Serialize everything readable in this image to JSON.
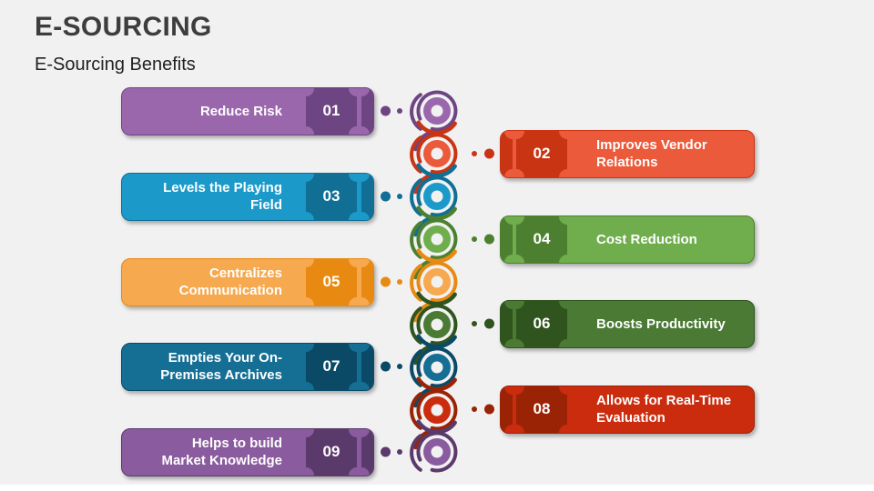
{
  "slide": {
    "title": "E-SOURCING",
    "subtitle": "E-Sourcing Benefits",
    "background_color": "#f1f1f2"
  },
  "diagram": {
    "items": [
      {
        "number": "01",
        "label": "Reduce Risk",
        "side": "left",
        "color_main": "#9a67ad",
        "color_dark": "#6e4583"
      },
      {
        "number": "02",
        "label": "Improves Vendor\nRelations",
        "side": "right",
        "color_main": "#eb5a3a",
        "color_dark": "#c93413"
      },
      {
        "number": "03",
        "label": "Levels the Playing Field",
        "side": "left",
        "color_main": "#1b9aca",
        "color_dark": "#116e94"
      },
      {
        "number": "04",
        "label": "Cost Reduction",
        "side": "right",
        "color_main": "#70ad4d",
        "color_dark": "#4c8030"
      },
      {
        "number": "05",
        "label": "Centralizes\nCommunication",
        "side": "left",
        "color_main": "#f6a94e",
        "color_dark": "#e88a12"
      },
      {
        "number": "06",
        "label": "Boosts Productivity",
        "side": "right",
        "color_main": "#4a7a33",
        "color_dark": "#2f541d"
      },
      {
        "number": "07",
        "label": "Empties Your On-\nPremises Archives",
        "side": "left",
        "color_main": "#156f95",
        "color_dark": "#0b4a66"
      },
      {
        "number": "08",
        "label": "Allows for Real-Time\nEvaluation",
        "side": "right",
        "color_main": "#cb2c0e",
        "color_dark": "#9a2306"
      },
      {
        "number": "09",
        "label": "Helps to build\nMarket Knowledge",
        "side": "left",
        "color_main": "#8a5b9e",
        "color_dark": "#5a3a6b"
      }
    ]
  }
}
